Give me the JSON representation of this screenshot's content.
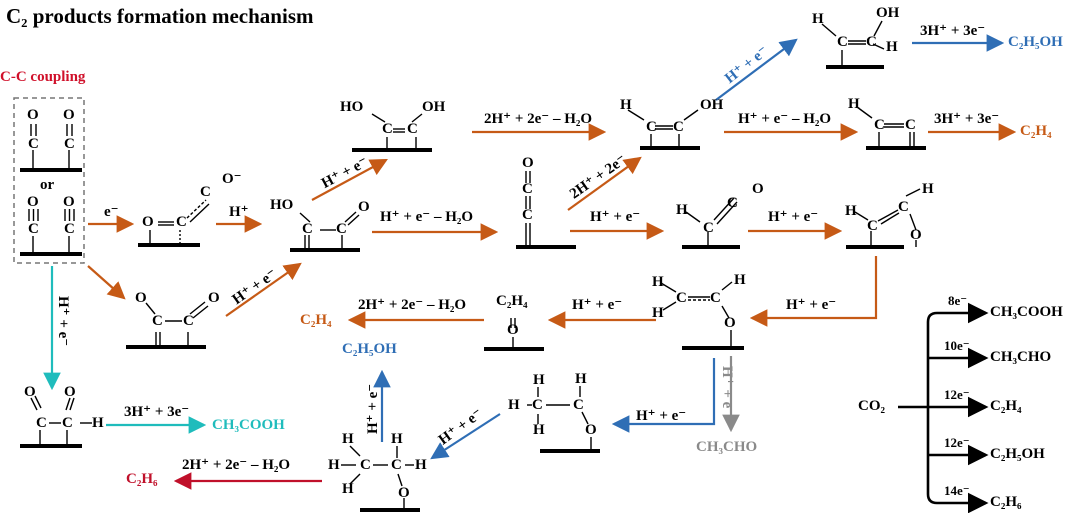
{
  "title": "C₂ products formation mechanism",
  "cc_coupling": "C-C coupling",
  "or_label": "or",
  "electron": "e⁻",
  "proton": "H⁺",
  "steps": {
    "h_e": "H⁺ + e⁻",
    "h_e_h2o": "H⁺ + e⁻ – H₂O",
    "two_h_2e_h2o": "2H⁺ + 2e⁻ – H₂O",
    "two_h_2e": "2H⁺ + 2e⁻",
    "three_h_3e": "3H⁺ + 3e⁻"
  },
  "products": {
    "c2h5oh": "C₂H₅OH",
    "c2h4": "C₂H₄",
    "ch3cooh": "CH₃COOH",
    "ch3cho": "CH₃CHO",
    "c2h6": "C₂H₆"
  },
  "co2": "CO₂",
  "summary": [
    {
      "electrons": "8e⁻",
      "product": "CH₃COOH"
    },
    {
      "electrons": "10e⁻",
      "product": "CH₃CHO"
    },
    {
      "electrons": "12e⁻",
      "product": "C₂H₄"
    },
    {
      "electrons": "12e⁻",
      "product": "C₂H₅OH"
    },
    {
      "electrons": "14e⁻",
      "product": "C₂H₆"
    }
  ],
  "atoms": {
    "H": "H",
    "O": "O",
    "C": "C",
    "OH": "OH",
    "HO": "HO"
  },
  "colors": {
    "red": "#d0102a",
    "orange": "#c65a16",
    "blue": "#2f6eb5",
    "teal": "#1fbcbc",
    "gray": "#8a8a8a",
    "crimson": "#c0102a"
  }
}
